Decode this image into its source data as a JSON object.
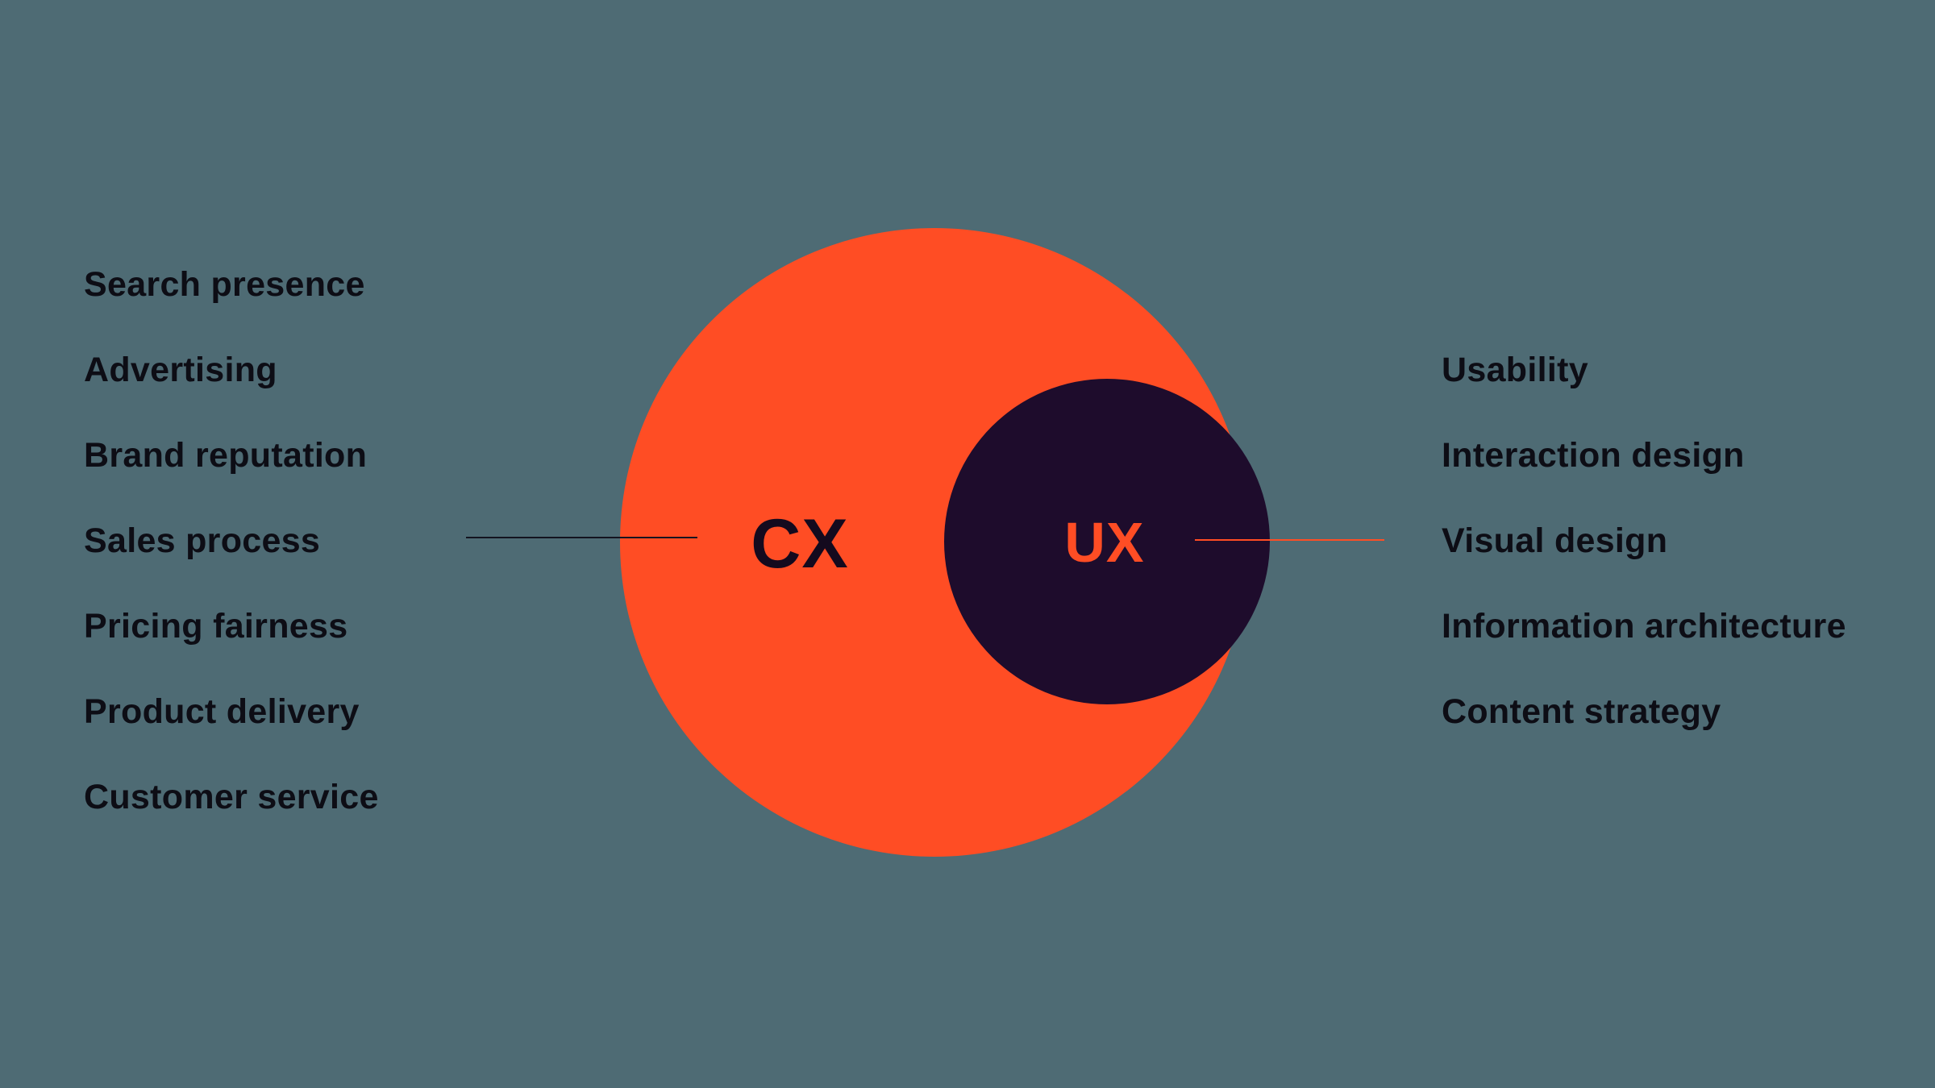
{
  "colors": {
    "background": "#4e6b74",
    "cx_circle": "#ff4d24",
    "ux_circle": "#1e0c2c",
    "list_text": "#0d0d15",
    "cx_label_text": "#140a1e",
    "ux_label_text": "#ff4d24",
    "left_connector": "#141420",
    "right_connector": "#ff4d24"
  },
  "venn": {
    "cx_label": "CX",
    "ux_label": "UX"
  },
  "left_list": {
    "items": [
      "Search presence",
      "Advertising",
      "Brand reputation",
      "Sales process",
      "Pricing fairness",
      "Product delivery",
      "Customer service"
    ]
  },
  "right_list": {
    "items": [
      "Usability",
      "Interaction design",
      "Visual design",
      "Information architecture",
      "Content strategy"
    ]
  }
}
